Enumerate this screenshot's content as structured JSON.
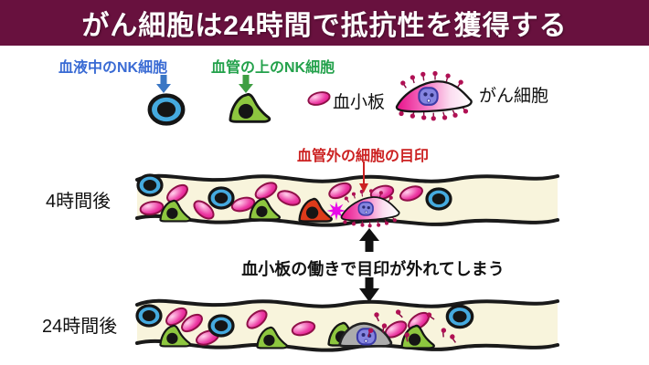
{
  "title": "がん細胞は24時間で抵抗性を獲得する",
  "legend": {
    "nk_blood_label": "血液中のNK細胞",
    "nk_vessel_label": "血管の上のNK細胞",
    "platelet_label": "血小板",
    "cancer_label": "がん細胞",
    "icons": [
      "nk-cell-in-blood-icon",
      "nk-cell-on-vessel-icon",
      "platelet-icon",
      "cancer-cell-icon"
    ]
  },
  "annotations": {
    "marker_label": "血管外の細胞の目印",
    "middle_text": "血小板の働きで目印が外れてしまう"
  },
  "timeline": {
    "row1_label": "4時間後",
    "row2_label": "24時間後"
  },
  "colors": {
    "title_bar": "#68113E",
    "title_text": "#FFFFFF",
    "nk_blood_text": "#3A6BD4",
    "nk_vessel_text": "#23A14B",
    "marker_text": "#CC2222",
    "vessel_fill": "#F8F4DC",
    "vessel_wall": "#1A1A1A",
    "nk_blood_cell": "#45AADF",
    "nk_vessel_cell": "#8DC63F",
    "activated_nk_cell": "#DD3A1A",
    "platelet": "#DE0080",
    "cancer_cell_pink": "#E8128A",
    "cancer_nucleus": "#8585E0",
    "marker_dot": "#B01054",
    "starburst": "#E80AE8",
    "gray_cancer_cell": "#ACACAC",
    "arrow_black": "#111111"
  }
}
